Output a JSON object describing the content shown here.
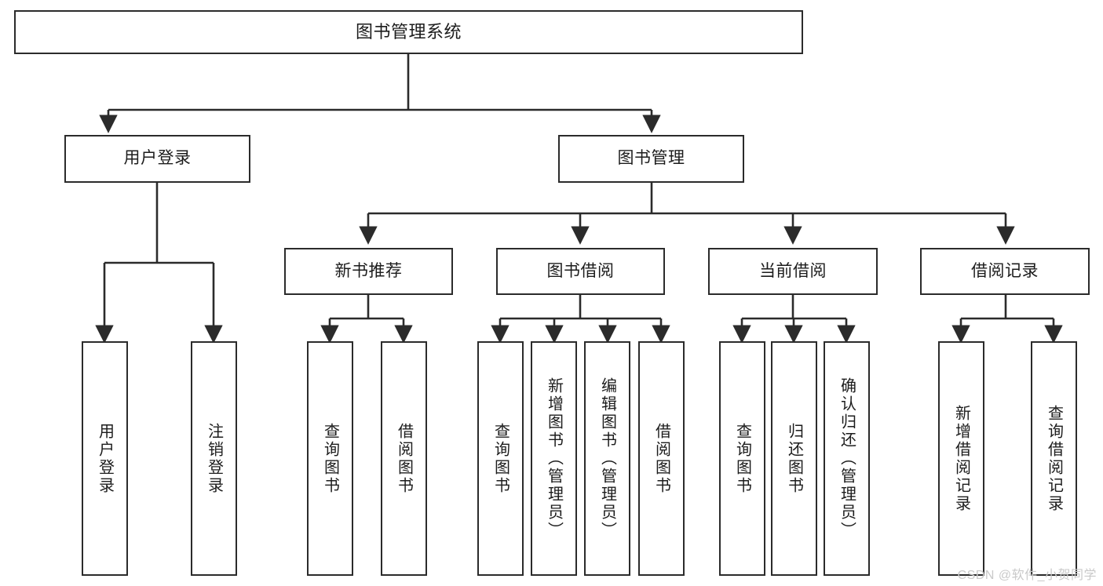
{
  "diagram": {
    "title": "图书管理系统",
    "type": "功能结构图",
    "colors": {
      "box_border": "#2b2b2b",
      "box_fill": "#ffffff",
      "connector": "#2b2b2b",
      "background": "#ffffff",
      "watermark": "#c9c9c9"
    },
    "levels": {
      "root": {
        "label": "图书管理系统"
      },
      "level2": [
        {
          "id": "user-login",
          "label": "用户登录"
        },
        {
          "id": "book-management",
          "label": "图书管理"
        }
      ],
      "level3": [
        {
          "id": "new-book-recommend",
          "label": "新书推荐"
        },
        {
          "id": "book-borrow",
          "label": "图书借阅"
        },
        {
          "id": "current-borrow",
          "label": "当前借阅"
        },
        {
          "id": "borrow-record",
          "label": "借阅记录"
        }
      ],
      "leaves": {
        "user-login": [
          {
            "id": "leaf-user-login",
            "label": "用户登录"
          },
          {
            "id": "leaf-user-logout",
            "label": "注销登录"
          }
        ],
        "new-book-recommend": [
          {
            "id": "leaf-query-book-1",
            "label": "查询图书"
          },
          {
            "id": "leaf-borrow-book-1",
            "label": "借阅图书"
          }
        ],
        "book-borrow": [
          {
            "id": "leaf-query-book-2",
            "label": "查询图书"
          },
          {
            "id": "leaf-add-book",
            "label": "新增图书（管理员）"
          },
          {
            "id": "leaf-edit-book",
            "label": "编辑图书（管理员）"
          },
          {
            "id": "leaf-borrow-book-2",
            "label": "借阅图书"
          }
        ],
        "current-borrow": [
          {
            "id": "leaf-query-book-3",
            "label": "查询图书"
          },
          {
            "id": "leaf-return-book",
            "label": "归还图书"
          },
          {
            "id": "leaf-confirm-return",
            "label": "确认归还（管理员）"
          }
        ],
        "borrow-record": [
          {
            "id": "leaf-add-record",
            "label": "新增借阅记录"
          },
          {
            "id": "leaf-query-record",
            "label": "查询借阅记录"
          }
        ]
      }
    },
    "watermark": "CSDN @软件_小贺同学"
  }
}
